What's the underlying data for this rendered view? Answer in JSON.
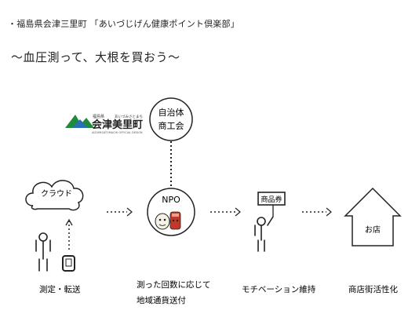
{
  "header": {
    "bullet": "・",
    "text": "福島県会津三里町 「あいづじげん健康ポイント倶楽部」"
  },
  "subtitle": "〜血圧測って、大根を買おう〜",
  "logo": {
    "prefecture": "福島県",
    "kana": "あいづみさとまち",
    "town": "会津美里町",
    "romaji": "AIZUMISATOMACHI OFFICIAL DESIGN"
  },
  "nodes": {
    "gov": [
      "自治体",
      "商工会"
    ],
    "cloud": "クラウド",
    "npo": "NPO",
    "voucher": "商品券",
    "store": "お店"
  },
  "captions": {
    "measure": "測定・転送",
    "points": [
      "測った回数に応じて",
      "地域通貨送付"
    ],
    "motivation": "モチベーション維持",
    "revitalize": "商店街活性化"
  },
  "colors": {
    "logo_green": "#1f8a3c",
    "logo_blue": "#2a6fb5",
    "character_red": "#c0392b"
  }
}
